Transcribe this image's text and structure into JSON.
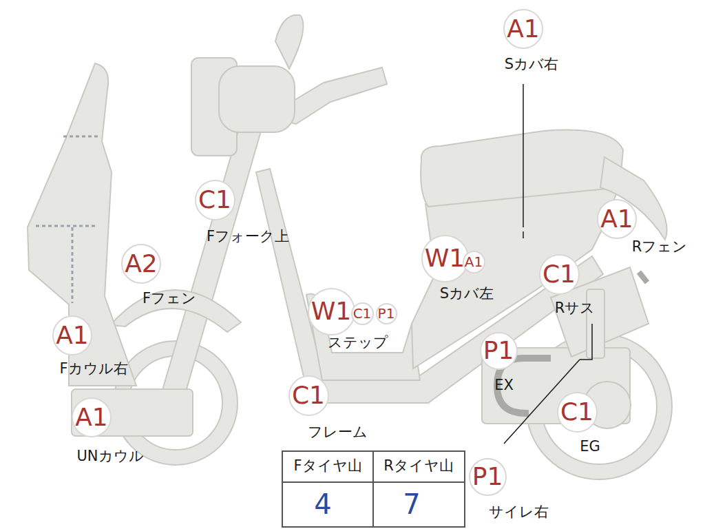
{
  "diagram": {
    "nodes": [
      {
        "text": [
          "A1"
        ]
      },
      {
        "text": [
          "C1"
        ]
      },
      {
        "text": [
          "A1"
        ]
      },
      {
        "text": [
          "A2"
        ]
      },
      {
        "text": [
          "W1"
        ]
      },
      {
        "text": [
          "A1"
        ]
      },
      {
        "text": [
          "C1"
        ]
      },
      {
        "text": [
          "A1"
        ]
      },
      {
        "text": [
          "W1"
        ]
      },
      {
        "text": [
          "C1"
        ]
      },
      {
        "text": [
          "P1"
        ]
      },
      {
        "text": [
          "P1"
        ]
      },
      {
        "text": [
          "C1"
        ]
      },
      {
        "text": [
          "A1"
        ]
      },
      {
        "text": [
          "C1"
        ]
      },
      {
        "text": [
          "P1"
        ]
      }
    ],
    "labels": [
      "Sカバ右",
      "Fフォーク上",
      "Rフェン",
      "Fフェン",
      "Sカバ左",
      "Rサス",
      "Fカウル右",
      "ステップ",
      "EX",
      "フレーム",
      "UNカウル",
      "EG",
      "サイレ右",
      "Fタイヤ山",
      "Rタイヤ山",
      "4",
      "7"
    ]
  }
}
